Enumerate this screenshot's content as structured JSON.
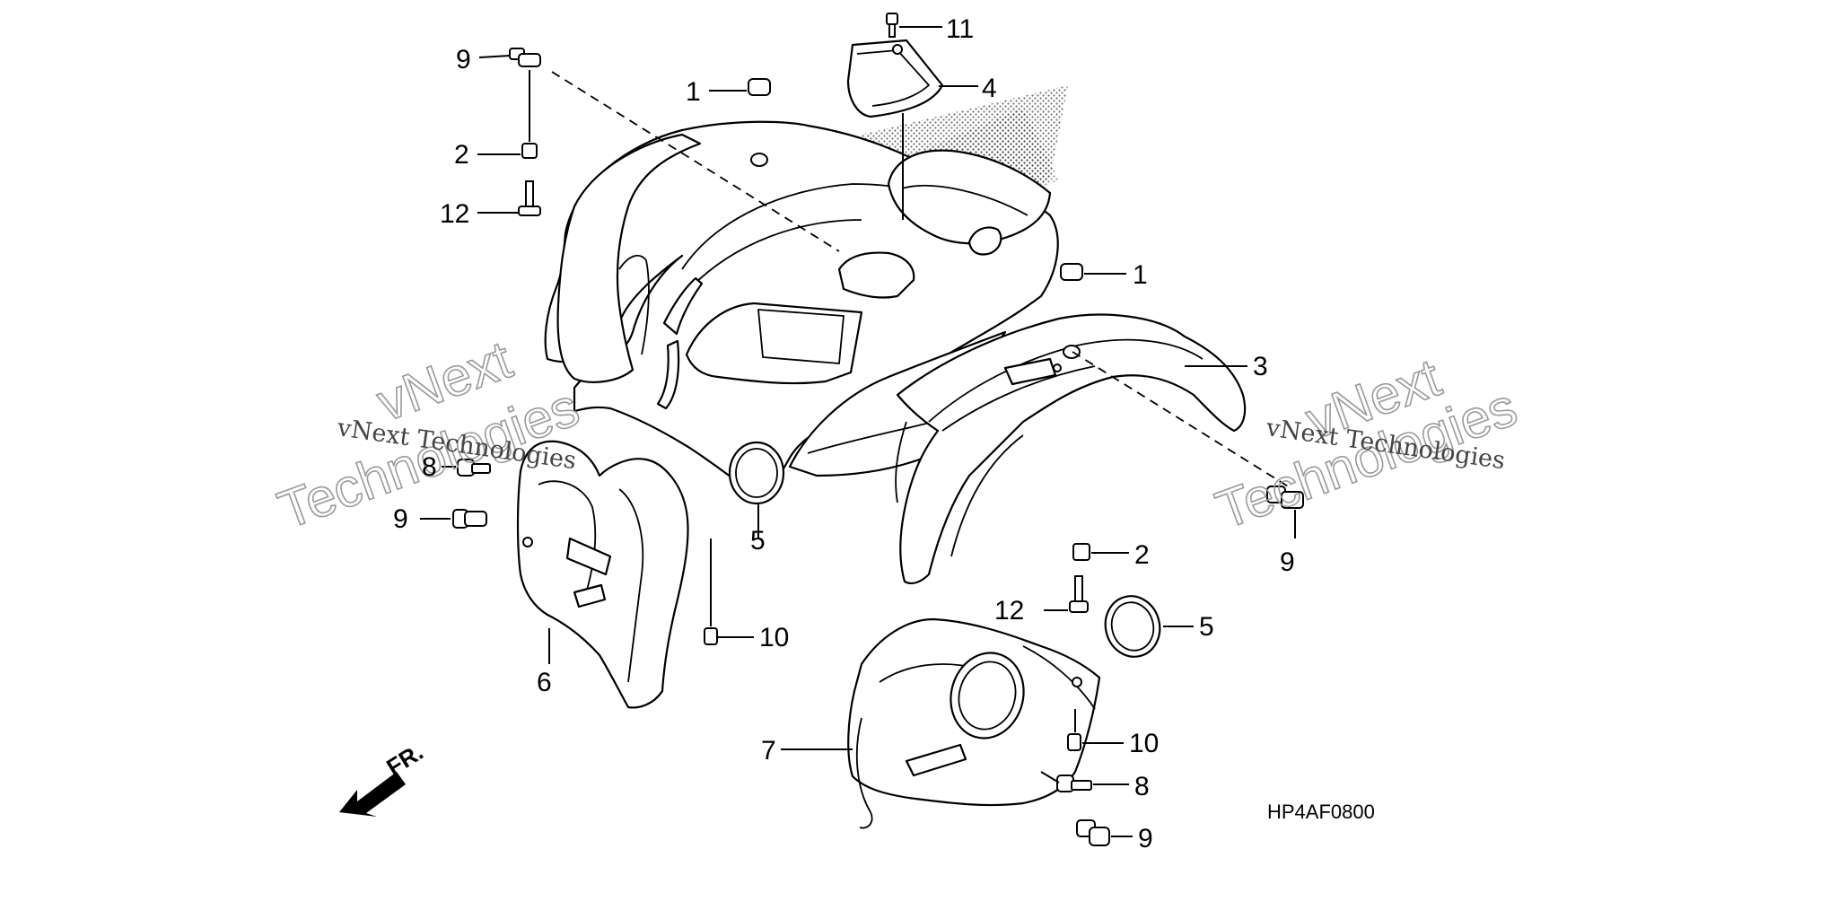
{
  "diagram": {
    "callouts": [
      {
        "id": "c1a",
        "label": "1"
      },
      {
        "id": "c1b",
        "label": "1"
      },
      {
        "id": "c2a",
        "label": "2"
      },
      {
        "id": "c2b",
        "label": "2"
      },
      {
        "id": "c3",
        "label": "3"
      },
      {
        "id": "c4",
        "label": "4"
      },
      {
        "id": "c5a",
        "label": "5"
      },
      {
        "id": "c5b",
        "label": "5"
      },
      {
        "id": "c6",
        "label": "6"
      },
      {
        "id": "c7",
        "label": "7"
      },
      {
        "id": "c8a",
        "label": "8"
      },
      {
        "id": "c8b",
        "label": "8"
      },
      {
        "id": "c9a",
        "label": "9"
      },
      {
        "id": "c9b",
        "label": "9"
      },
      {
        "id": "c9c",
        "label": "9"
      },
      {
        "id": "c9d",
        "label": "9"
      },
      {
        "id": "c10a",
        "label": "10"
      },
      {
        "id": "c10b",
        "label": "10"
      },
      {
        "id": "c11",
        "label": "11"
      },
      {
        "id": "c12a",
        "label": "12"
      },
      {
        "id": "c12b",
        "label": "12"
      }
    ],
    "front_label": "FR.",
    "figure_code": "HP4AF0800",
    "watermarks": [
      {
        "line1": "vNext",
        "line2": "Technologies",
        "mono": "vNext Technologies"
      },
      {
        "line1": "vNext",
        "line2": "Technologies",
        "mono": "vNext Technologies"
      }
    ],
    "colors": {
      "ink": "#000000",
      "background": "#ffffff",
      "watermark": "#9a9a9a"
    }
  }
}
